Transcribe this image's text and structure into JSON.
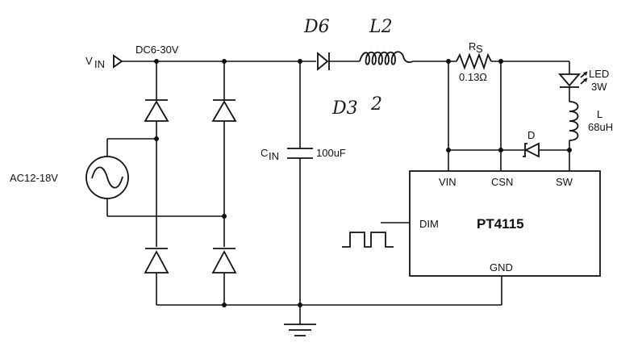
{
  "labels": {
    "vin_main": "V",
    "vin_sub": "IN",
    "dc_range": "DC6-30V",
    "ac_range": "AC12-18V",
    "cin_main": "C",
    "cin_sub": "IN",
    "cin_value": "100uF",
    "rs_main": "R",
    "rs_sub": "S",
    "rs_value": "0.13Ω",
    "led_name": "LED",
    "led_power": "3W",
    "inductor_name": "L",
    "inductor_value": "68uH",
    "diode_name": "D",
    "ic_name": "PT4115",
    "pin_vin": "VIN",
    "pin_csn": "CSN",
    "pin_sw": "SW",
    "pin_dim": "DIM",
    "pin_gnd": "GND"
  },
  "handwriting": {
    "d6": "D6",
    "l2": "L2",
    "d3": "D3",
    "two": "2"
  }
}
